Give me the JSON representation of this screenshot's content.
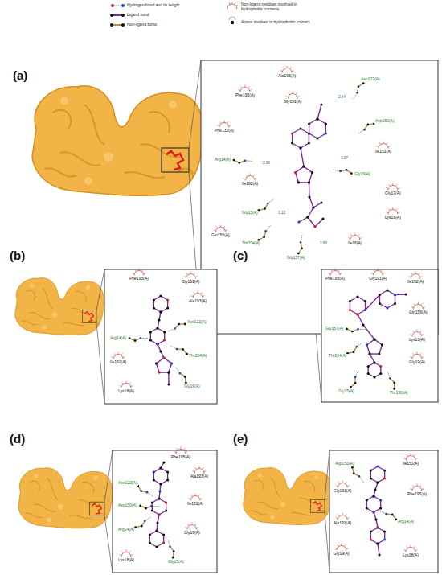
{
  "diagram": {
    "labels": [
      "(a)",
      "(b)",
      "(c)",
      "(d)",
      "(e)",
      "Ala193(A)",
      "Asn122(A)",
      "Phe195(A)",
      "Gly191(A)",
      "Asp150(A)",
      "Phe132(A)",
      "Arg14(A)",
      "Ile151(A)",
      "Gly19(A)",
      "Ile192(A)",
      "Gly17(A)",
      "Gly15(A)",
      "Lys18(A)",
      "Gln156(A)",
      "Thr204(A)",
      "Gly157(A)",
      "Ile16(A)",
      "2.84",
      "3.07",
      "2.96",
      "3.12",
      "2.89",
      "Phe195(A)",
      "Gly191(A)",
      "Ala193(A)",
      "Asn122(A)",
      "Arg14(A)",
      "Ile192(A)",
      "Thr204(A)",
      "Lys18(A)",
      "Gly19(A)",
      "Phe195(A)",
      "Gly191(A)",
      "Ile192(A)",
      "Gln156(A)",
      "Gly157(A)",
      "Thr204(A)",
      "Lys18(A)",
      "Gly19(A)",
      "Gly15(A)",
      "Thr190(A)",
      "Phe195(A)",
      "Ala193(A)",
      "Asn122(A)",
      "Asp150(A)",
      "Ile151(A)",
      "Arg14(A)",
      "Gly19(A)",
      "Gly15(A)",
      "Lys18(A)",
      "Asp150(A)",
      "Ile151(A)",
      "Gly191(A)",
      "Phe195(A)",
      "Arg14(A)",
      "Ala193(A)",
      "Gly19(A)",
      "Lys18(A)"
    ],
    "legend": [
      {
        "text": "Hydrogen bond and its length"
      },
      {
        "text": "Ligand bond"
      },
      {
        "text": "Non-ligand bond"
      },
      {
        "text": "Non-ligand residues involved in hydrophobic contacts"
      },
      {
        "text": "Atoms involved in hydrophobic contact"
      }
    ]
  }
}
